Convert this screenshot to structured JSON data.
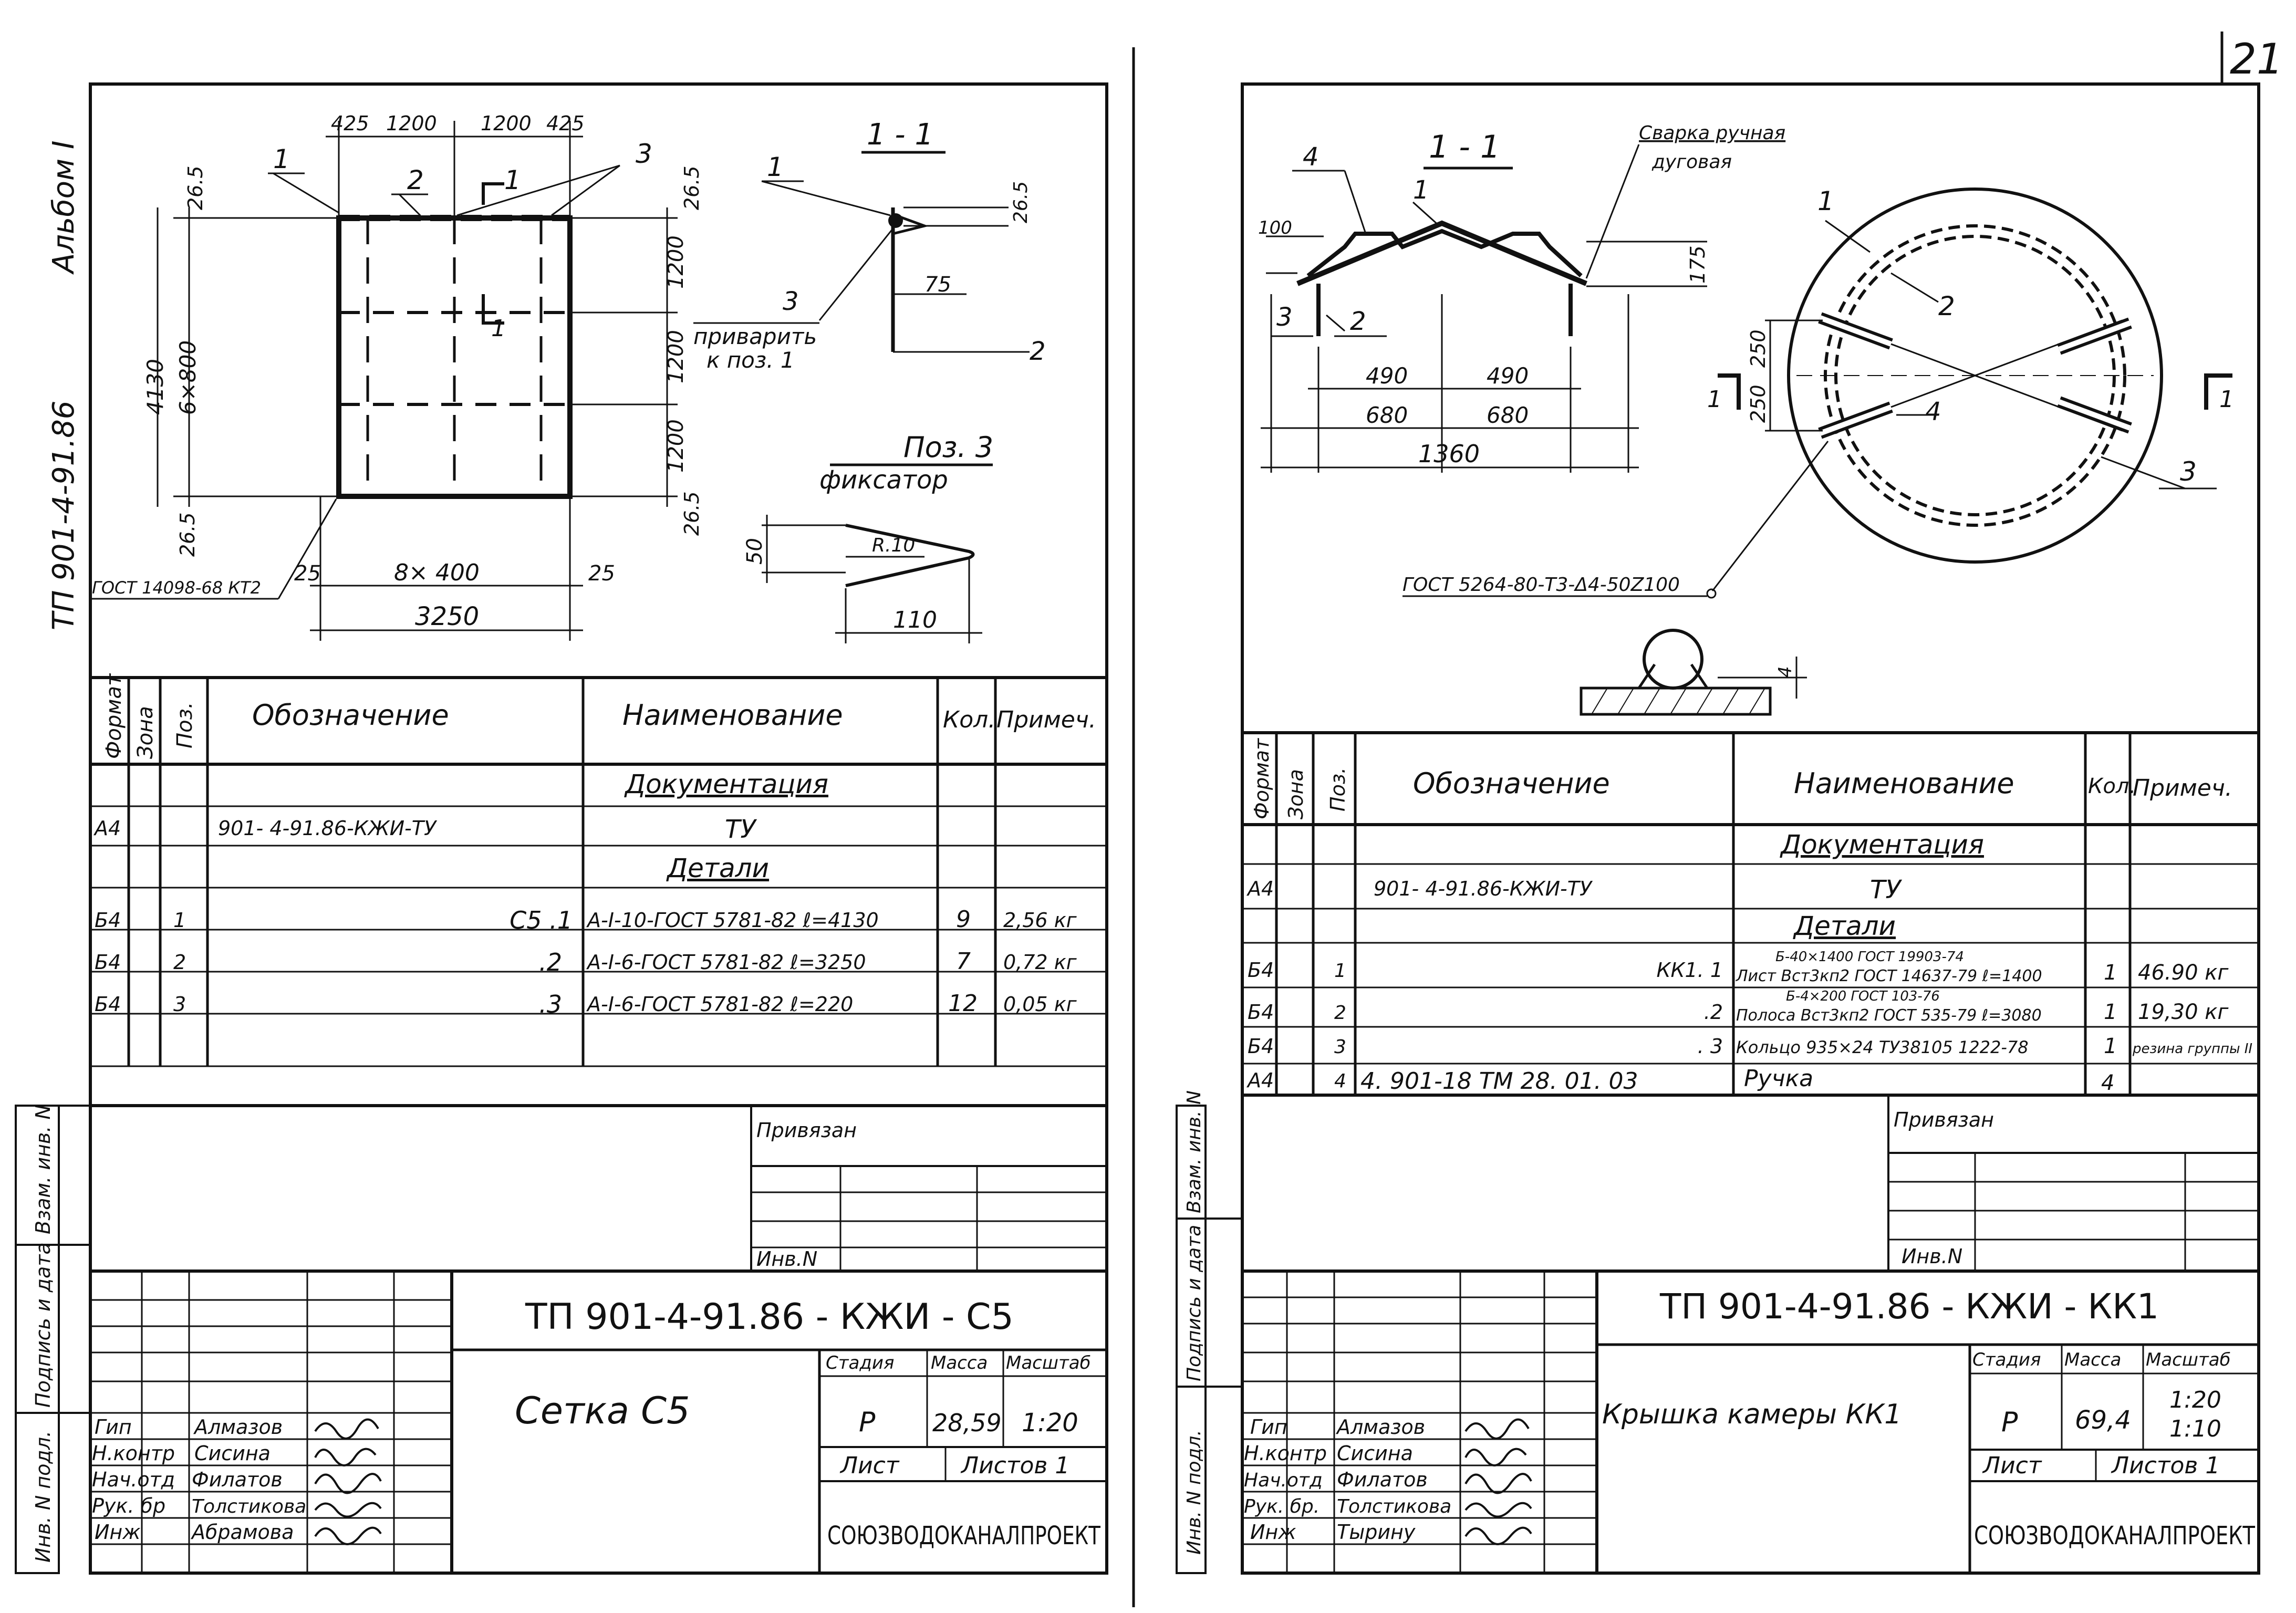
{
  "page_number": "21",
  "album_label": "Альбом I",
  "left": {
    "side_code": "ТП 901-4-91.86",
    "drawing": {
      "top_dims": [
        "425",
        "1200",
        "1200",
        "425"
      ],
      "left_dims": [
        "26.5",
        "4130",
        "6×800",
        "26.5"
      ],
      "right_dims": [
        "26.5",
        "1200",
        "1200",
        "1200",
        "26.5"
      ],
      "bottom_dims": [
        "25",
        "8× 400",
        "25",
        "3250"
      ],
      "gost": "ГОСТ 14098-68 КТ2",
      "pos": [
        "1",
        "2",
        "3"
      ],
      "section_mark": "1",
      "section_title": "1 - 1",
      "section_dims": [
        "26.5",
        "75"
      ],
      "weld_note_num": "3",
      "weld_note_1": "приварить",
      "weld_note_2": "к поз. 1",
      "section_pos_2": "2",
      "pos3_title": "Поз. 3",
      "pos3_sub": "фиксатор",
      "pos3_dims": [
        "50",
        "R.10",
        "110"
      ]
    },
    "table": {
      "headers": [
        "Формат",
        "Зона",
        "Поз.",
        "Обозначение",
        "Наименование",
        "Кол.",
        "Примеч."
      ],
      "section_doc": "Документация",
      "doc_row": {
        "format": "А4",
        "designation": "901- 4-91.86-КЖИ-ТУ",
        "name": "ТУ"
      },
      "section_parts": "Детали",
      "rows": [
        {
          "format": "Б4",
          "pos": "1",
          "designation": "С5 .1",
          "name": "А-I-10-ГОСТ 5781-82 ℓ=4130",
          "qty": "9",
          "note": "2,56 кг"
        },
        {
          "format": "Б4",
          "pos": "2",
          "designation": ".2",
          "name": "А-I-6-ГОСТ 5781-82 ℓ=3250",
          "qty": "7",
          "note": "0,72 кг"
        },
        {
          "format": "Б4",
          "pos": "3",
          "designation": ".3",
          "name": "А-I-6-ГОСТ 5781-82 ℓ=220",
          "qty": "12",
          "note": "0,05 кг"
        }
      ]
    },
    "privyazan": "Привязан",
    "inv": "Инв.N",
    "side_labels": [
      "Взам. инв. N",
      "Подпись и дата",
      "Инв. N подл."
    ],
    "stamp": {
      "code": "ТП 901-4-91.86 - КЖИ - С5",
      "title": "Сетка С5",
      "stage_h": "Стадия",
      "mass_h": "Масса",
      "scale_h": "Масштаб",
      "stage": "Р",
      "mass": "28,59",
      "scale": "1:20",
      "sheet_h": "Лист",
      "sheets_h": "Листов 1",
      "org": "СОЮЗВОДОКАНАЛПРОЕКТ",
      "people": [
        {
          "role": "Гип",
          "name": "Алмазов"
        },
        {
          "role": "Н.контр",
          "name": "Сисина"
        },
        {
          "role": "Нач.отд",
          "name": "Филатов"
        },
        {
          "role": "Рук. бр",
          "name": "Толстикова"
        },
        {
          "role": "Инж",
          "name": "Абрамова"
        }
      ]
    }
  },
  "right": {
    "drawing": {
      "section_title": "1 - 1",
      "weld_1": "Сварка ручная",
      "weld_2": "дуговая",
      "dims": [
        "100",
        "175",
        "490",
        "490",
        "680",
        "680",
        "1360",
        "250",
        "250"
      ],
      "pos": [
        "1",
        "2",
        "3",
        "4"
      ],
      "gost": "ГОСТ 5264-80-Т3-Δ4-50Z100",
      "weld_dim": "4",
      "section_marks": [
        "1",
        "1"
      ]
    },
    "table": {
      "headers": [
        "Формат",
        "Зона",
        "Поз.",
        "Обозначение",
        "Наименование",
        "Кол.",
        "Примеч."
      ],
      "section_doc": "Документация",
      "doc_row": {
        "format": "А4",
        "designation": "901- 4-91.86-КЖИ-ТУ",
        "name": "ТУ"
      },
      "section_parts": "Детали",
      "rows": [
        {
          "format": "Б4",
          "pos": "1",
          "designation": "КК1. 1",
          "name_top": "Б-40×1400 ГОСТ 19903-74",
          "name": "Лист Вст3кп2 ГОСТ 14637-79 ℓ=1400",
          "qty": "1",
          "note": "46.90 кг"
        },
        {
          "format": "Б4",
          "pos": "2",
          "designation": ".2",
          "name_top": "Б-4×200 ГОСТ 103-76",
          "name": "Полоса Вст3кп2 ГОСТ 535-79 ℓ=3080",
          "qty": "1",
          "note": "19,30 кг"
        },
        {
          "format": "Б4",
          "pos": "3",
          "designation": ". 3",
          "name": "Кольцо 935×24 ТУ38105 1222-78",
          "qty": "1",
          "note": "резина группы II"
        },
        {
          "format": "А4",
          "pos": "4",
          "designation": "4. 901-18   ТМ 28. 01. 03",
          "name": "Ручка",
          "qty": "4",
          "note": ""
        }
      ]
    },
    "privyazan": "Привязан",
    "inv": "Инв.N",
    "side_labels": [
      "Взам. инв. N",
      "Подпись и дата",
      "Инв. N подл."
    ],
    "stamp": {
      "code": "ТП 901-4-91.86 - КЖИ - КК1",
      "title": "Крышка камеры КК1",
      "stage_h": "Стадия",
      "mass_h": "Масса",
      "scale_h": "Масштаб",
      "stage": "Р",
      "mass": "69,4",
      "scale_1": "1:20",
      "scale_2": "1:10",
      "sheet_h": "Лист",
      "sheets_h": "Листов 1",
      "org": "СОЮЗВОДОКАНАЛПРОЕКТ",
      "people": [
        {
          "role": "Гип",
          "name": "Алмазов"
        },
        {
          "role": "Н.контр",
          "name": "Сисина"
        },
        {
          "role": "Нач.отд",
          "name": "Филатов"
        },
        {
          "role": "Рук. бр.",
          "name": "Толстикова"
        },
        {
          "role": "Инж",
          "name": "Тырину"
        }
      ]
    }
  }
}
